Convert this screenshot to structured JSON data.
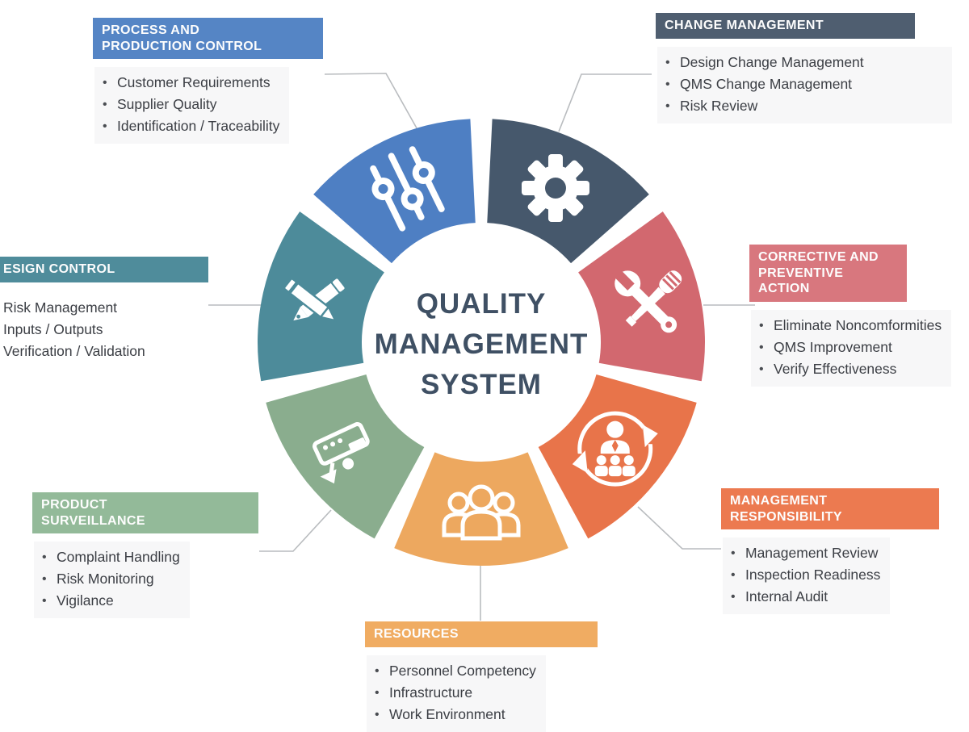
{
  "title": "QUALITY\nMANAGEMENT\nSYSTEM",
  "title_color": "#3f5064",
  "connector_color": "#b9bcbf",
  "segments": [
    {
      "id": "change-management",
      "label": "CHANGE MANAGEMENT",
      "color": "#46586c",
      "header_color": "#4f5e70",
      "icon": "gear-icon",
      "items": [
        "Design Change Management",
        "QMS Change Management",
        "Risk Review"
      ]
    },
    {
      "id": "corrective-preventive-action",
      "label": "CORRECTIVE AND\nPREVENTIVE ACTION",
      "color": "#d2686f",
      "header_color": "#d8777e",
      "icon": "tools-icon",
      "items": [
        "Eliminate Noncomformities",
        "QMS Improvement",
        "Verify Effectiveness"
      ]
    },
    {
      "id": "management-responsibility",
      "label": "MANAGEMENT\nRESPONSIBILITY",
      "color": "#e8744a",
      "header_color": "#ec7a50",
      "icon": "cycle-person-icon",
      "items": [
        "Management Review",
        "Inspection Readiness",
        "Internal Audit"
      ]
    },
    {
      "id": "resources",
      "label": "RESOURCES",
      "color": "#eda85f",
      "header_color": "#f0ac62",
      "icon": "people-icon",
      "items": [
        "Personnel Competency",
        "Infrastructure",
        "Work Environment"
      ]
    },
    {
      "id": "product-surveillance",
      "label": "PRODUCT\nSURVEILLANCE",
      "color": "#8aad8e",
      "header_color": "#93ba99",
      "icon": "camera-icon",
      "items": [
        "Complaint Handling",
        "Risk Monitoring",
        "Vigilance"
      ]
    },
    {
      "id": "design-control",
      "label": "ESIGN CONTROL",
      "color": "#4d8b9a",
      "header_color": "#4f8c9b",
      "icon": "pencils-icon",
      "items": [
        "Risk Management",
        "Inputs / Outputs",
        "Verification / Validation"
      ]
    },
    {
      "id": "process-production-control",
      "label": "PROCESS AND\nPRODUCTION CONTROL",
      "color": "#4e7fc3",
      "header_color": "#5585c5",
      "icon": "sliders-icon",
      "items": [
        "Customer Requirements",
        "Supplier Quality",
        "Identification / Traceability"
      ]
    }
  ]
}
